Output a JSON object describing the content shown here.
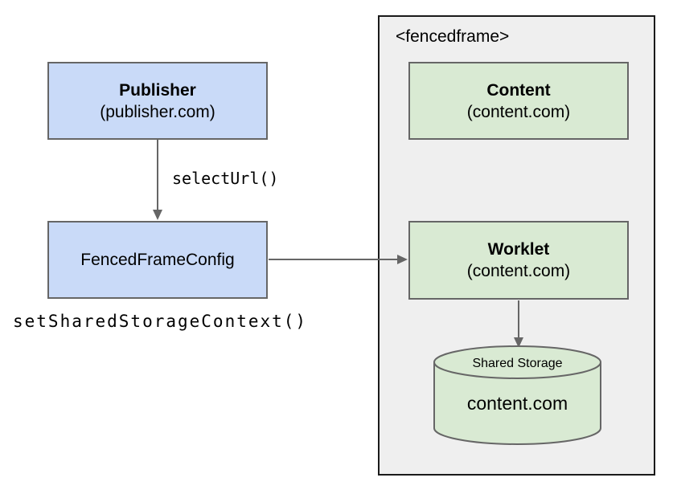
{
  "diagram": {
    "publisher": {
      "title": "Publisher",
      "subtitle": "(publisher.com)"
    },
    "fenced_frame_config": {
      "title": "FencedFrameConfig"
    },
    "edge_labels": {
      "select_url": "selectUrl()",
      "set_shared_storage_context": "setSharedStorageContext()"
    },
    "fencedframe": {
      "label": "<fencedframe>",
      "content": {
        "title": "Content",
        "subtitle": "(content.com)"
      },
      "worklet": {
        "title": "Worklet",
        "subtitle": "(content.com)"
      },
      "shared_storage": {
        "title": "Shared Storage",
        "subtitle": "content.com"
      }
    }
  },
  "colors": {
    "blue_fill": "#c9daf8",
    "green_fill": "#d9ead3",
    "frame_fill": "#efefef",
    "frame_border": "#1a1a1a",
    "node_border": "#666666",
    "arrow": "#666666",
    "text": "#000000"
  }
}
